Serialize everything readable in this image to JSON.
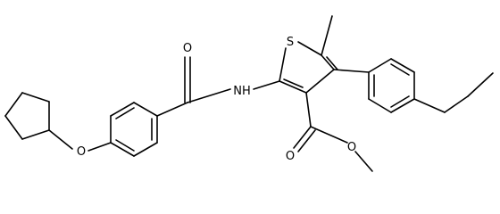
{
  "molecule": {
    "atoms": {
      "oxygen_amide": "O",
      "nitrogen": "NH",
      "sulfur": "S",
      "oxygen_ether": "O",
      "oxygen_carbonyl": "O",
      "oxygen_ester": "O"
    }
  },
  "colors": {
    "background": "#ffffff",
    "bond": "#000000",
    "label": "#000000"
  }
}
